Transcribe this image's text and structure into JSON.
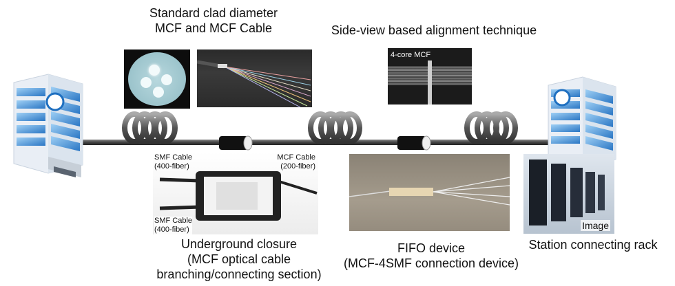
{
  "captions": {
    "mcf_title_line1": "Standard clad diameter",
    "mcf_title_line2": "MCF and MCF Cable",
    "alignment_title": "Side-view based alignment technique",
    "alignment_overlay": "4-core MCF",
    "smf_cable_top_line1": "SMF Cable",
    "smf_cable_top_line2": "(400-fiber)",
    "mcf_cable_line1": "MCF Cable",
    "mcf_cable_line2": "(200-fiber)",
    "smf_cable_bottom_line1": "SMF Cable",
    "smf_cable_bottom_line2": "(400-fiber)",
    "closure_line1": "Underground closure",
    "closure_line2": "(MCF optical cable",
    "closure_line3": "branching/connecting section)",
    "fifo_line1": "FIFO device",
    "fifo_line2": "(MCF-4SMF connection device)",
    "image_label": "Image",
    "rack_caption": "Station connecting rack"
  },
  "colors": {
    "building_glass": "#3f8fd6",
    "building_frame": "#e6eef6",
    "cable": "#555555",
    "coil": "#777777",
    "connector": "#111111"
  },
  "icons": [
    "building-icon",
    "building-icon",
    "fiber-coil-icon",
    "connector-icon"
  ]
}
